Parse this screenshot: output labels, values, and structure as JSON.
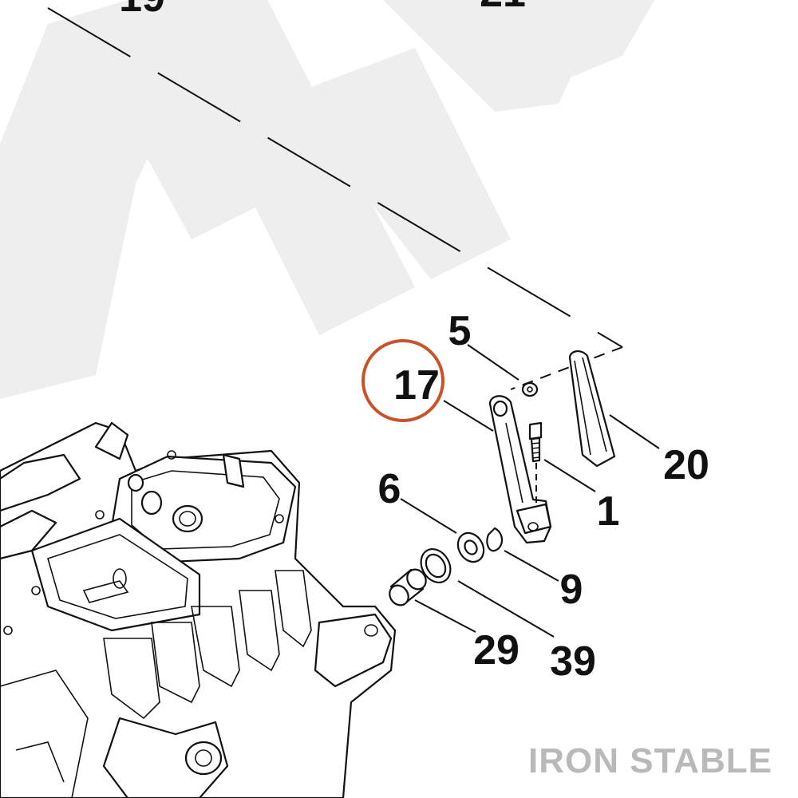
{
  "diagram": {
    "callouts": [
      {
        "id": "c19",
        "text": "19"
      },
      {
        "id": "c21",
        "text": "21"
      },
      {
        "id": "c5",
        "text": "5"
      },
      {
        "id": "c17",
        "text": "17"
      },
      {
        "id": "c20",
        "text": "20"
      },
      {
        "id": "c6",
        "text": "6"
      },
      {
        "id": "c1",
        "text": "1"
      },
      {
        "id": "c9",
        "text": "9"
      },
      {
        "id": "c29",
        "text": "29"
      },
      {
        "id": "c39",
        "text": "39"
      }
    ],
    "highlight": {
      "callout": "17",
      "color": "#c8532a"
    },
    "watermark": {
      "text": "STAB",
      "color": "#eeeeee"
    },
    "brand": {
      "text": "IRON STABLE",
      "color": "#b9b9b9"
    }
  }
}
